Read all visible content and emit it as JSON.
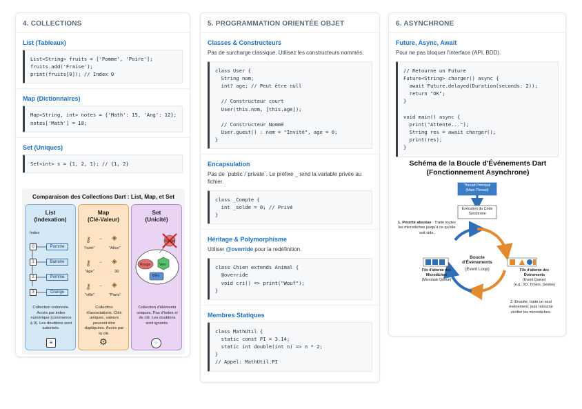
{
  "col1": {
    "title": "4. COLLECTIONS",
    "sections": [
      {
        "title": "List (Tableaux)",
        "code": "List<String> fruits = ['Pomme', 'Poire'];\nfruits.add('Fraise');\nprint(fruits[0]); // Index 0"
      },
      {
        "title": "Map (Dictionnaires)",
        "code": "Map<String, int> notes = {'Math': 15, 'Ang': 12};\nnotes['Math'] = 18;"
      },
      {
        "title": "Set (Uniques)",
        "code": "Set<int> s = {1, 2, 1}; // {1, 2}"
      }
    ],
    "comparison": {
      "title": "Comparaison des Collections Dart : List, Map, et Set",
      "list": {
        "heading": "List\n(Indexation)",
        "index_label": "Index",
        "indices": [
          "0",
          "1",
          "2",
          "3"
        ],
        "items": [
          "Pomme",
          "Banane",
          "Pomme",
          "Orange"
        ],
        "desc": "Collection ordonnée. Accès par index numérique (commence à 0). Les doublons sont autorisés."
      },
      "map": {
        "heading": "Map\n(Clé-Valeur)",
        "keys": [
          "\"nom\"",
          "\"âge\"",
          "\"ville\""
        ],
        "values": [
          "\"Alice\"",
          "30",
          "\"Paris\""
        ],
        "desc": "Collection d'associations. Clés uniques, valeurs peuvent être dupliquées. Accès par la clé."
      },
      "set": {
        "heading": "Set\n(Unicité)",
        "items": [
          "Rouge",
          "Vert",
          "Bleu"
        ],
        "rejected": "Rouge",
        "desc": "Collection d'éléments uniques. Pas d'index ni de clé. Les doublons sont ignorés."
      }
    }
  },
  "col2": {
    "title": "5. PROGRAMMATION ORIENTÉE OBJET",
    "sections": [
      {
        "title": "Classes & Constructeurs",
        "text": "Pas de surcharge classique. Utilisez les constructeurs nommés.",
        "code": "class User {\n  String nom;\n  int? age; // Peut être null\n\n  // Constructeur court\n  User(this.nom, [this.age]);\n\n  // Constructeur Nommé\n  User.guest() : nom = \"Invité\", age = 0;\n}"
      },
      {
        "title": "Encapsulation",
        "text": "Pas de `public`/`private`. Le préfixe _ rend la variable privée au fichier.",
        "code": "class _Compte {\n  int _solde = 0; // Privé\n}"
      },
      {
        "title": "Héritage & Polymorphisme",
        "text_pre": "Utiliser ",
        "text_bold": "@override",
        "text_post": " pour la redéfinition.",
        "code": "class Chien extends Animal {\n  @override\n  void cri() => print(\"Wouf\");\n}"
      },
      {
        "title": "Membres Statiques",
        "code": "class MathUtil {\n  static const PI = 3.14;\n  static int double(int n) => n * 2;\n}\n// Appel: MathUtil.PI"
      }
    ]
  },
  "col3": {
    "title": "6. ASYNCHRONE",
    "section_title": "Future, Async, Await",
    "text": "Pour ne pas bloquer l'interface (API, BDD).",
    "code": "// Retourne un Future\nFuture<String> charger() async {\n  await Future.delayed(Duration(seconds: 2));\n  return \"OK\";\n}\n\nvoid main() async {\n  print(\"Attente...\");\n  String res = await charger();\n  print(res);\n}",
    "diagram": {
      "title": "Schéma de la Boucle d'Événements Dart\n(Fonctionnement Asynchrone)",
      "thread": "Thread Principal\n(Main Thread)",
      "exec": "Exécution du Code\nSynchrone",
      "center": "Boucle\nd'Événements",
      "center_sub": "(Event Loop)",
      "micro_label": "File d'attente des\nMicrotâches",
      "micro_sub": "(Microtask Queue)",
      "event_label": "File d'attente des\nÉvénements",
      "event_sub": "(Event Queue)\n(e.g., I/O, Timers, Gestes)",
      "step1_bold": "1. Priorité absolue",
      "step1": " : Traite toutes les microtâches jusqu'à ce qu'elle soit vide.",
      "step2": "2. Ensuite, traite un seul événement, puis retourne vérifier les microtâches."
    }
  }
}
